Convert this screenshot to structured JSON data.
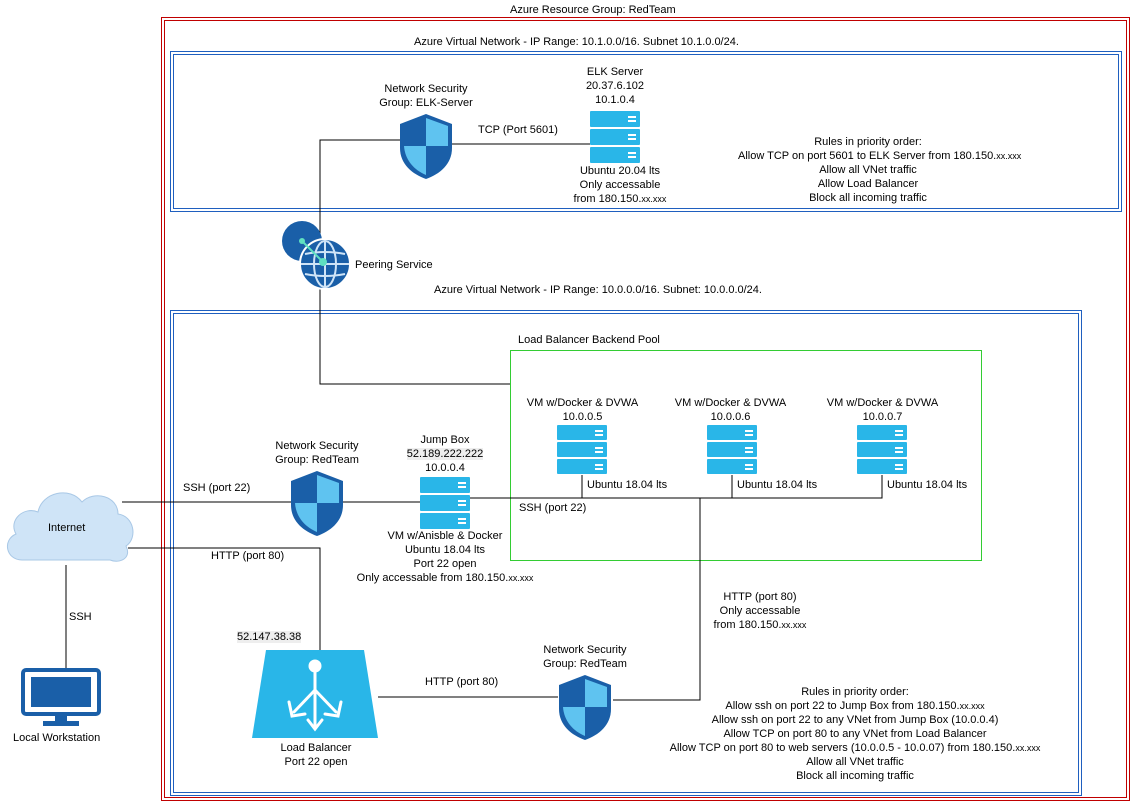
{
  "resource_group": {
    "title": "Azure Resource Group: RedTeam"
  },
  "vnet_elk": {
    "title": "Azure Virtual Network - IP Range: 10.1.0.0/16. Subnet 10.1.0.0/24.",
    "nsg_line1": "Network Security",
    "nsg_line2": "Group: ELK-Server",
    "link_label": "TCP (Port 5601)",
    "server_name": "ELK Server",
    "server_ip1": "20.37.6.102",
    "server_ip2": "10.1.0.4",
    "server_os": "Ubuntu 20.04 lts",
    "server_access1": "Only accessable",
    "server_access2": "from 180.150.",
    "server_access2_xx": "xx.xxx",
    "rules": {
      "title": "Rules in priority order:",
      "r1": "Allow TCP on port 5601 to ELK Server from 180.150.",
      "r1_xx": "xx.xxx",
      "r2": "Allow all VNet traffic",
      "r3": "Allow Load Balancer",
      "r4": "Block all incoming traffic"
    }
  },
  "peering": {
    "label": "Peering Service"
  },
  "vnet_red": {
    "title": "Azure Virtual Network - IP Range: 10.0.0.0/16. Subnet: 10.0.0.0/24.",
    "pool_title": "Load Balancer Backend Pool",
    "vms": [
      {
        "name": "VM w/Docker & DVWA",
        "ip": "10.0.0.5",
        "os": "Ubuntu 18.04 lts"
      },
      {
        "name": "VM w/Docker & DVWA",
        "ip": "10.0.0.6",
        "os": "Ubuntu 18.04 lts"
      },
      {
        "name": "VM w/Docker & DVWA",
        "ip": "10.0.0.7",
        "os": "Ubuntu 18.04 lts"
      }
    ],
    "nsg1_line1": "Network Security",
    "nsg1_line2": "Group: RedTeam",
    "ssh_in": "SSH (port 22)",
    "http_in": "HTTP (port 80)",
    "jump_box": {
      "name": "Jump Box",
      "public_ip": "52.189.222.222",
      "private_ip": "10.0.0.4",
      "desc1": "VM w/Anisble & Docker",
      "desc2": "Ubuntu 18.04 lts",
      "desc3": "Port 22 open",
      "desc4": "Only accessable from 180.150.",
      "desc4_xx": "xx.xxx"
    },
    "ssh_pool": "SSH (port 22)",
    "http_access1": "HTTP (port 80)",
    "http_access2": "Only accessable",
    "http_access3": "from 180.150.",
    "http_access3_xx": "xx.xxx",
    "lb": {
      "ip": "52.147.38.38",
      "name": "Load Balancer",
      "note": "Port 22 open"
    },
    "lb_link": "HTTP (port 80)",
    "nsg2_line1": "Network Security",
    "nsg2_line2": "Group: RedTeam",
    "rules": {
      "title": "Rules in priority order:",
      "r1": "Allow ssh on port 22 to Jump Box from 180.150.",
      "r1_xx": "xx.xxx",
      "r2": "Allow ssh on port 22 to any VNet from Jump Box (10.0.0.4)",
      "r3": "Allow TCP on port 80 to any VNet from Load Balancer",
      "r4": "Allow TCP on port 80 to web servers (10.0.0.5 - 10.0.07) from 180.150.",
      "r4_xx": "xx.xxx",
      "r5": "Allow all VNet traffic",
      "r6": "Block all incoming traffic"
    }
  },
  "internet": {
    "label": "Internet",
    "ssh": "SSH"
  },
  "workstation": {
    "label": "Local Workstation"
  },
  "icons": {
    "shield": "shield-icon",
    "server": "server-rack-icon",
    "cloud": "cloud-icon",
    "monitor": "monitor-icon",
    "globe": "peering-globe-icon",
    "lb": "load-balancer-icon"
  },
  "colors": {
    "resource_group_border": "#c00000",
    "vnet_border": "#1f5fbf",
    "pool_border": "#33cc33",
    "server_fill": "#29b6e8",
    "shield_dark": "#1a5fa8",
    "shield_light": "#5fc3f0",
    "cloud_fill": "#cfe4f7",
    "globe_dark": "#1a5fa8"
  }
}
